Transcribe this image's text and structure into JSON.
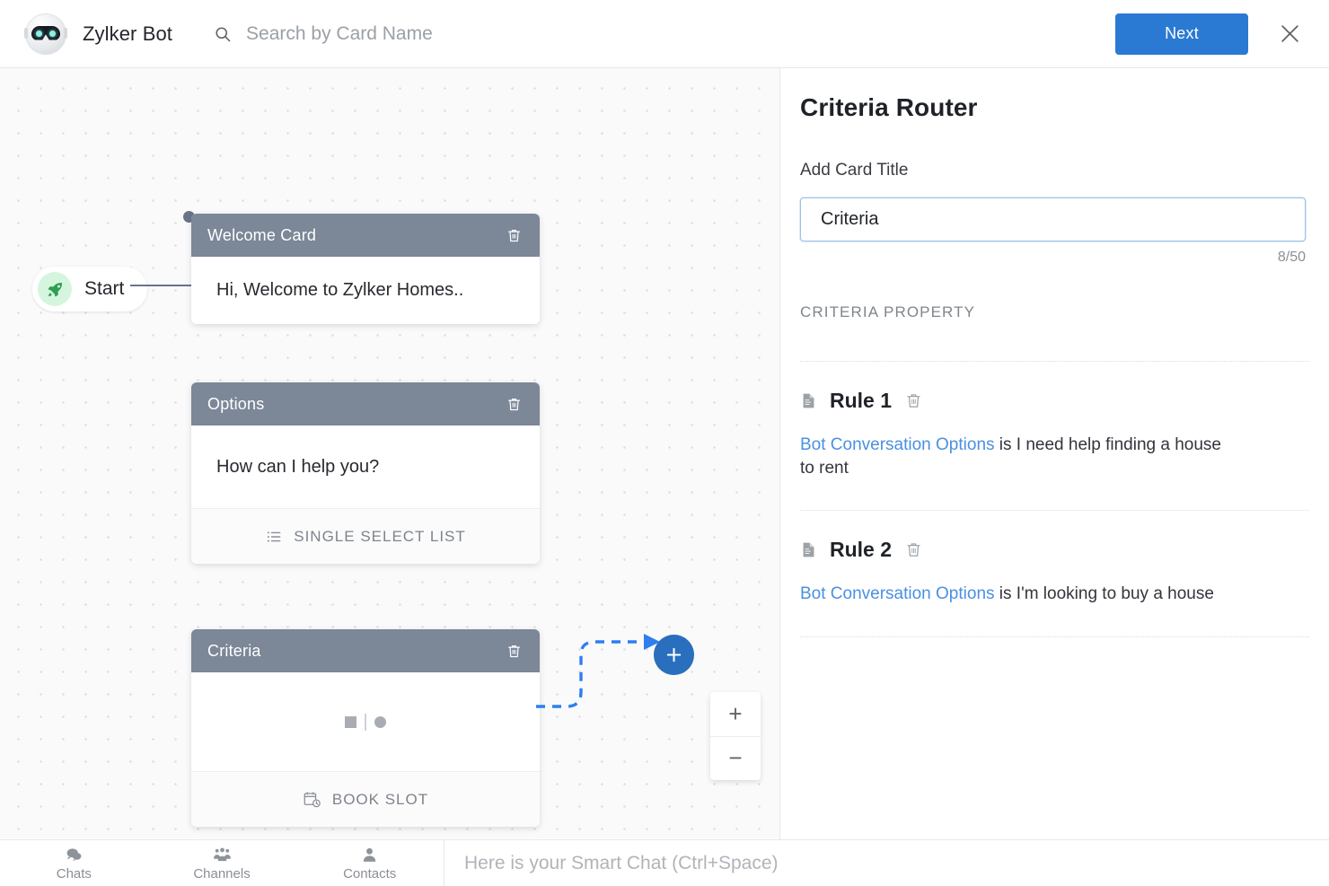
{
  "topbar": {
    "avatar_icon": "robot-avatar-icon",
    "brand": "Zylker Bot",
    "search_icon": "search-icon",
    "search_placeholder": "Search by Card Name",
    "search_value": "",
    "next_label": "Next",
    "close_icon": "close-icon"
  },
  "canvas": {
    "start": {
      "label": "Start",
      "icon": "rocket-icon"
    },
    "cards": [
      {
        "title": "Welcome Card",
        "body": "Hi, Welcome to Zylker Homes..",
        "delete_icon": "trash-icon",
        "footer": null
      },
      {
        "title": "Options",
        "body": "How can I help you?",
        "delete_icon": "trash-icon",
        "footer": {
          "label": "SINGLE SELECT LIST",
          "icon": "list-icon"
        }
      },
      {
        "title": "Criteria",
        "body": "",
        "delete_icon": "trash-icon",
        "footer": {
          "label": "BOOK SLOT",
          "icon": "calendar-clock-icon"
        }
      }
    ],
    "add_node_icon": "plus-icon",
    "zoom_in_label": "+",
    "zoom_out_label": "−"
  },
  "panel": {
    "title": "Criteria Router",
    "card_title_label": "Add Card Title",
    "card_title_value": "Criteria",
    "card_title_placeholder": "Add Card Title",
    "char_count": "8/50",
    "section_label": "CRITERIA PROPERTY",
    "rules": [
      {
        "icon": "document-icon",
        "name": "Rule 1",
        "delete_icon": "trash-icon",
        "link_text": "Bot Conversation Options",
        "condition_text": " is I need help finding a house to rent"
      },
      {
        "icon": "document-icon",
        "name": "Rule 2",
        "delete_icon": "trash-icon",
        "link_text": "Bot Conversation Options",
        "condition_text": " is I'm looking to buy a house"
      }
    ]
  },
  "bottombar": {
    "items": [
      {
        "label": "Chats",
        "icon": "chats-icon"
      },
      {
        "label": "Channels",
        "icon": "channels-icon"
      },
      {
        "label": "Contacts",
        "icon": "contacts-icon"
      }
    ],
    "smartchat_placeholder": "Here is your Smart Chat (Ctrl+Space)"
  },
  "colors": {
    "accent_blue": "#2a7ad4",
    "link_blue": "#4a90e2",
    "card_header": "#7c8798",
    "connector": "#69748a",
    "start_green": "#2e9f53"
  }
}
